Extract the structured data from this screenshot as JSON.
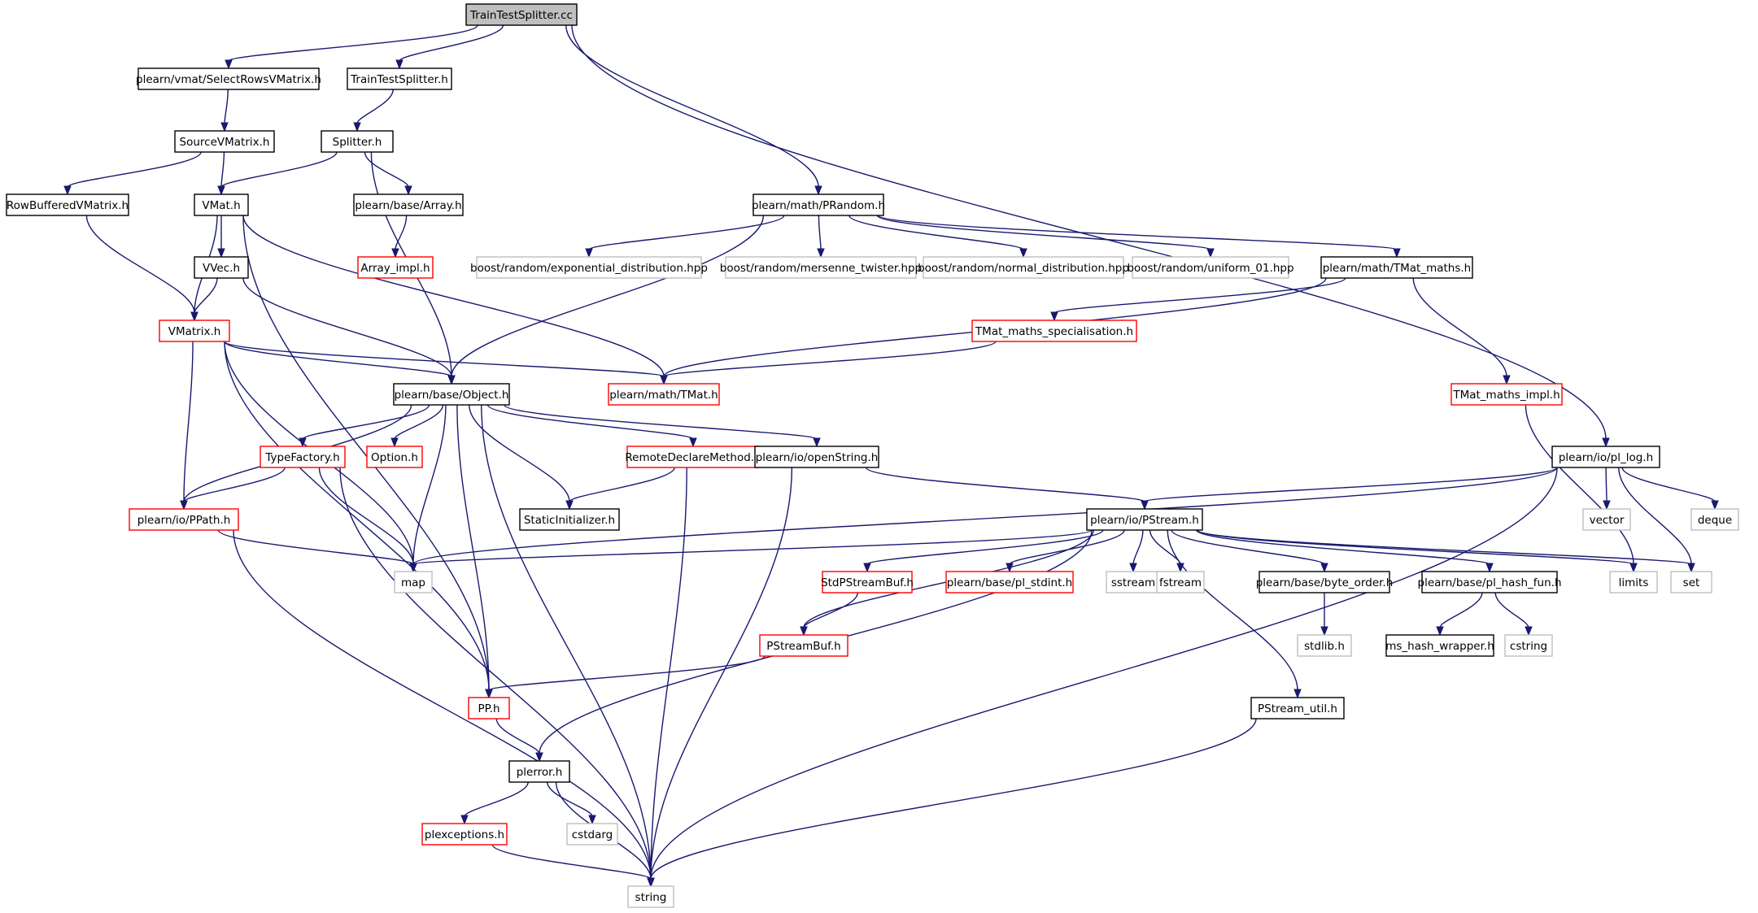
{
  "colors": {
    "edge": "#191970",
    "root_fill": "#bfbfbf",
    "root_border": "#000000",
    "normal_border": "#000000",
    "truncated_border": "#ff0000",
    "system_border": "#bfbfbf"
  },
  "nodes": [
    {
      "id": "n0",
      "label": "TrainTestSplitter.cc",
      "kind": "root"
    },
    {
      "id": "n1",
      "label": "plearn/vmat/SelectRowsVMatrix.h",
      "kind": "normal"
    },
    {
      "id": "n2",
      "label": "TrainTestSplitter.h",
      "kind": "normal"
    },
    {
      "id": "n3",
      "label": "plearn/math/PRandom.h",
      "kind": "normal"
    },
    {
      "id": "n4",
      "label": "plearn/io/pl_log.h",
      "kind": "normal"
    },
    {
      "id": "n5",
      "label": "SourceVMatrix.h",
      "kind": "normal"
    },
    {
      "id": "n6",
      "label": "Splitter.h",
      "kind": "normal"
    },
    {
      "id": "n7",
      "label": "RowBufferedVMatrix.h",
      "kind": "normal"
    },
    {
      "id": "n8",
      "label": "VMat.h",
      "kind": "normal"
    },
    {
      "id": "n9",
      "label": "plearn/base/Array.h",
      "kind": "normal"
    },
    {
      "id": "n10",
      "label": "VVec.h",
      "kind": "normal"
    },
    {
      "id": "n11",
      "label": "Array_impl.h",
      "kind": "truncated"
    },
    {
      "id": "n12",
      "label": "boost/random/exponential_distribution.hpp",
      "kind": "system"
    },
    {
      "id": "n13",
      "label": "boost/random/mersenne_twister.hpp",
      "kind": "system"
    },
    {
      "id": "n14",
      "label": "boost/random/normal_distribution.hpp",
      "kind": "system"
    },
    {
      "id": "n15",
      "label": "boost/random/uniform_01.hpp",
      "kind": "system"
    },
    {
      "id": "n16",
      "label": "plearn/math/TMat_maths.h",
      "kind": "normal"
    },
    {
      "id": "n17",
      "label": "VMatrix.h",
      "kind": "truncated"
    },
    {
      "id": "n18",
      "label": "TMat_maths_specialisation.h",
      "kind": "truncated"
    },
    {
      "id": "n19",
      "label": "plearn/base/Object.h",
      "kind": "normal"
    },
    {
      "id": "n20",
      "label": "plearn/math/TMat.h",
      "kind": "truncated"
    },
    {
      "id": "n21",
      "label": "TMat_maths_impl.h",
      "kind": "truncated"
    },
    {
      "id": "n22",
      "label": "TypeFactory.h",
      "kind": "truncated"
    },
    {
      "id": "n23",
      "label": "Option.h",
      "kind": "truncated"
    },
    {
      "id": "n24",
      "label": "RemoteDeclareMethod.h",
      "kind": "truncated"
    },
    {
      "id": "n25",
      "label": "plearn/io/openString.h",
      "kind": "normal"
    },
    {
      "id": "n26",
      "label": "plearn/io/PPath.h",
      "kind": "truncated"
    },
    {
      "id": "n27",
      "label": "StaticInitializer.h",
      "kind": "normal"
    },
    {
      "id": "n28",
      "label": "plearn/io/PStream.h",
      "kind": "normal"
    },
    {
      "id": "n29",
      "label": "vector",
      "kind": "system"
    },
    {
      "id": "n30",
      "label": "deque",
      "kind": "system"
    },
    {
      "id": "n31",
      "label": "map",
      "kind": "system"
    },
    {
      "id": "n32",
      "label": "StdPStreamBuf.h",
      "kind": "truncated"
    },
    {
      "id": "n33",
      "label": "plearn/base/pl_stdint.h",
      "kind": "truncated"
    },
    {
      "id": "n34",
      "label": "sstream",
      "kind": "system"
    },
    {
      "id": "n35",
      "label": "fstream",
      "kind": "system"
    },
    {
      "id": "n36",
      "label": "plearn/base/byte_order.h",
      "kind": "normal"
    },
    {
      "id": "n37",
      "label": "plearn/base/pl_hash_fun.h",
      "kind": "normal"
    },
    {
      "id": "n38",
      "label": "limits",
      "kind": "system"
    },
    {
      "id": "n39",
      "label": "set",
      "kind": "system"
    },
    {
      "id": "n40",
      "label": "PStreamBuf.h",
      "kind": "truncated"
    },
    {
      "id": "n41",
      "label": "stdlib.h",
      "kind": "system"
    },
    {
      "id": "n42",
      "label": "ms_hash_wrapper.h",
      "kind": "normal"
    },
    {
      "id": "n43",
      "label": "cstring",
      "kind": "system"
    },
    {
      "id": "n44",
      "label": "PP.h",
      "kind": "truncated"
    },
    {
      "id": "n45",
      "label": "PStream_util.h",
      "kind": "normal"
    },
    {
      "id": "n46",
      "label": "plerror.h",
      "kind": "normal"
    },
    {
      "id": "n47",
      "label": "plexceptions.h",
      "kind": "truncated"
    },
    {
      "id": "n48",
      "label": "cstdarg",
      "kind": "system"
    },
    {
      "id": "n49",
      "label": "string",
      "kind": "system"
    }
  ],
  "edges": [
    [
      "n0",
      "n1"
    ],
    [
      "n0",
      "n2"
    ],
    [
      "n0",
      "n3"
    ],
    [
      "n0",
      "n4"
    ],
    [
      "n1",
      "n5"
    ],
    [
      "n2",
      "n6"
    ],
    [
      "n5",
      "n7"
    ],
    [
      "n5",
      "n8"
    ],
    [
      "n6",
      "n8"
    ],
    [
      "n6",
      "n9"
    ],
    [
      "n6",
      "n19"
    ],
    [
      "n7",
      "n17"
    ],
    [
      "n8",
      "n10"
    ],
    [
      "n8",
      "n17"
    ],
    [
      "n8",
      "n20"
    ],
    [
      "n8",
      "n44"
    ],
    [
      "n9",
      "n11"
    ],
    [
      "n10",
      "n17"
    ],
    [
      "n10",
      "n19"
    ],
    [
      "n3",
      "n12"
    ],
    [
      "n3",
      "n13"
    ],
    [
      "n3",
      "n14"
    ],
    [
      "n3",
      "n15"
    ],
    [
      "n3",
      "n16"
    ],
    [
      "n3",
      "n19"
    ],
    [
      "n16",
      "n18"
    ],
    [
      "n16",
      "n20"
    ],
    [
      "n16",
      "n21"
    ],
    [
      "n18",
      "n20"
    ],
    [
      "n17",
      "n19"
    ],
    [
      "n17",
      "n20"
    ],
    [
      "n17",
      "n26"
    ],
    [
      "n17",
      "n31"
    ],
    [
      "n17",
      "n44"
    ],
    [
      "n19",
      "n22"
    ],
    [
      "n19",
      "n23"
    ],
    [
      "n19",
      "n24"
    ],
    [
      "n19",
      "n25"
    ],
    [
      "n19",
      "n26"
    ],
    [
      "n19",
      "n27"
    ],
    [
      "n19",
      "n31"
    ],
    [
      "n19",
      "n44"
    ],
    [
      "n19",
      "n49"
    ],
    [
      "n21",
      "n38"
    ],
    [
      "n22",
      "n26"
    ],
    [
      "n22",
      "n31"
    ],
    [
      "n22",
      "n49"
    ],
    [
      "n24",
      "n27"
    ],
    [
      "n24",
      "n49"
    ],
    [
      "n25",
      "n28"
    ],
    [
      "n25",
      "n49"
    ],
    [
      "n26",
      "n31"
    ],
    [
      "n26",
      "n49"
    ],
    [
      "n4",
      "n28"
    ],
    [
      "n4",
      "n29"
    ],
    [
      "n4",
      "n30"
    ],
    [
      "n4",
      "n31"
    ],
    [
      "n4",
      "n39"
    ],
    [
      "n4",
      "n49"
    ],
    [
      "n28",
      "n31"
    ],
    [
      "n28",
      "n32"
    ],
    [
      "n28",
      "n33"
    ],
    [
      "n28",
      "n34"
    ],
    [
      "n28",
      "n35"
    ],
    [
      "n28",
      "n36"
    ],
    [
      "n28",
      "n37"
    ],
    [
      "n28",
      "n38"
    ],
    [
      "n28",
      "n39"
    ],
    [
      "n28",
      "n40"
    ],
    [
      "n28",
      "n45"
    ],
    [
      "n28",
      "n46"
    ],
    [
      "n32",
      "n40"
    ],
    [
      "n36",
      "n41"
    ],
    [
      "n37",
      "n42"
    ],
    [
      "n37",
      "n43"
    ],
    [
      "n40",
      "n44"
    ],
    [
      "n44",
      "n46"
    ],
    [
      "n45",
      "n49"
    ],
    [
      "n46",
      "n47"
    ],
    [
      "n46",
      "n48"
    ],
    [
      "n46",
      "n49"
    ],
    [
      "n47",
      "n49"
    ]
  ]
}
